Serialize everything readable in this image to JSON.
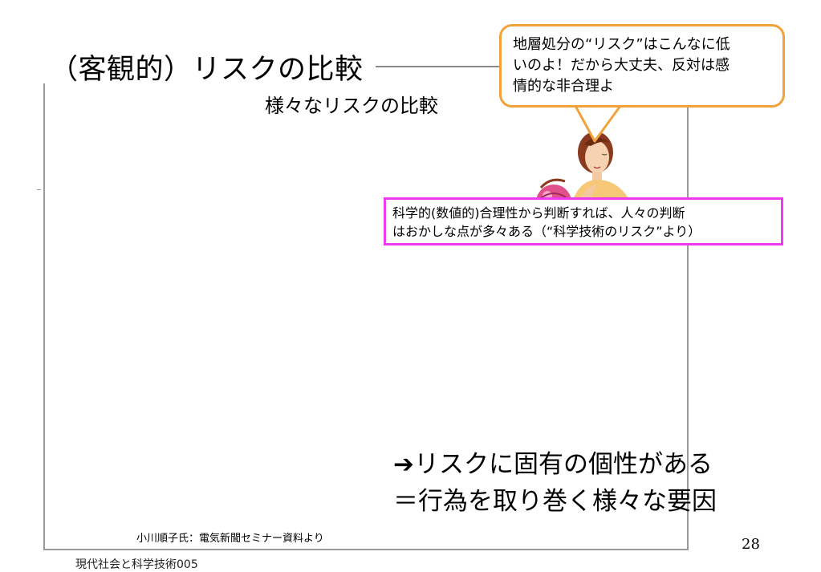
{
  "slide": {
    "title": "（客観的）リスクの比較",
    "subtitle": "様々なリスクの比較",
    "speech_bubble": {
      "line1": "地層処分の“リスク”はこんなに低",
      "line2": "いのよ！だから大丈夫、反対は感",
      "line3": "情的な非合理よ"
    },
    "note_box": {
      "line1": "科学的(数値的)合理性から判断すれば、人々の判断",
      "line2": "はおかしな点が多々ある（“科学技術のリスク”より）"
    },
    "conclusion": {
      "line1": "➔リスクに固有の個性がある",
      "line2": "＝行為を取り巻く様々な要因"
    },
    "source": "小川順子氏：電気新聞セミナー資料より",
    "footer_left": "現代社会と科学技術005",
    "page_number": "28"
  },
  "colors": {
    "bubble_border": "#f2a23a",
    "note_border": "#ee3bee",
    "frame": "#9a9a9a"
  },
  "illustration": {
    "icon": "woman-figure-icon"
  }
}
